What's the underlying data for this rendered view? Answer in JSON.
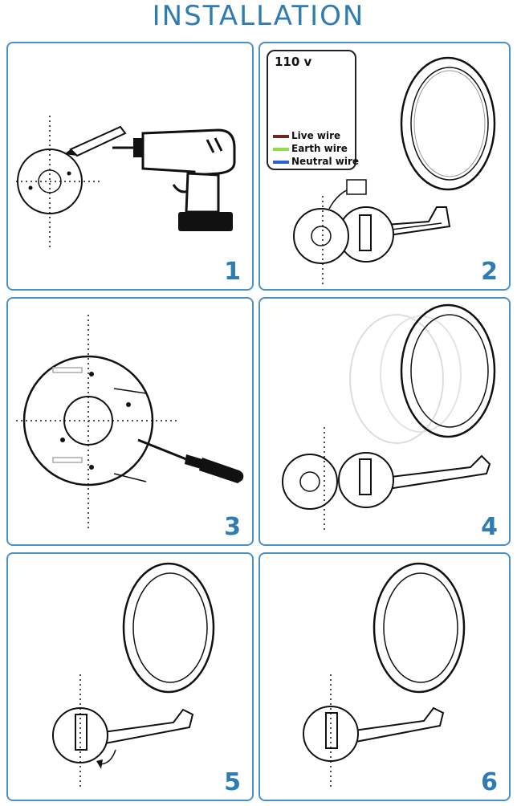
{
  "title": "INSTALLATION",
  "steps": [
    {
      "number": "1"
    },
    {
      "number": "2"
    },
    {
      "number": "3"
    },
    {
      "number": "4"
    },
    {
      "number": "5"
    },
    {
      "number": "6"
    }
  ],
  "wiring": {
    "voltage": "110 v",
    "wires": [
      {
        "label": "Live wire",
        "color": "#6b2a1e"
      },
      {
        "label": "Earth wire",
        "color": "#8ee04a"
      },
      {
        "label": "Neutral wire",
        "color": "#2f5fd8"
      }
    ]
  },
  "colors": {
    "accent": "#2f7cb2",
    "panel_border": "#4a90c9"
  }
}
